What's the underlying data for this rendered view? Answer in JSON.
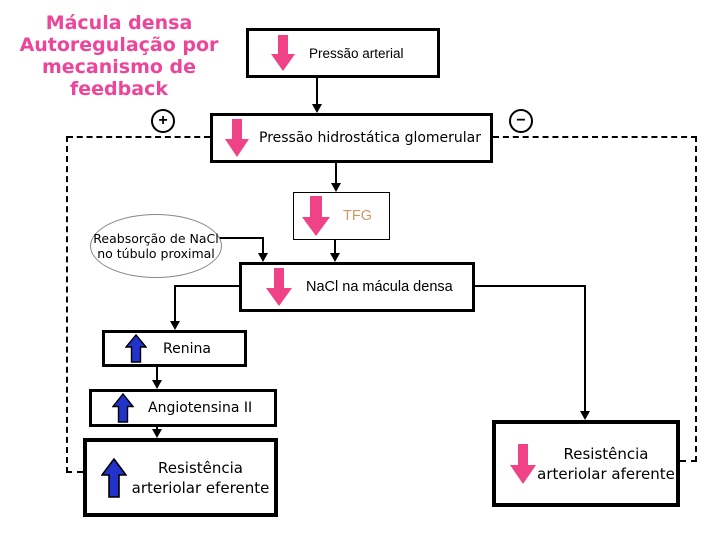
{
  "title": {
    "lines": [
      "Mácula densa",
      "Autoregulação por",
      "mecanismo de",
      "feedback"
    ]
  },
  "colors": {
    "title_pink": "#EE4499",
    "arrow_pink": "#EF4287",
    "arrow_blue": "#2233CC",
    "tfg_text": "#CC9966"
  },
  "signs": {
    "plus": "+",
    "minus": "−"
  },
  "nodes": {
    "pressao_arterial": {
      "label": "Pressão arterial",
      "trend": "decrease"
    },
    "pressao_hidrostatica": {
      "label": "Pressão hidrostática glomerular",
      "trend": "decrease"
    },
    "tfg": {
      "label": "TFG",
      "trend": "decrease"
    },
    "reabsorcao": {
      "line1": "Reabsorção de NaCl",
      "line2": "no túbulo proximal"
    },
    "nacl": {
      "label": "NaCl na mácula densa",
      "trend": "decrease"
    },
    "renina": {
      "label": "Renina",
      "trend": "increase"
    },
    "angiotensina": {
      "label": "Angiotensina II",
      "trend": "increase"
    },
    "resistencia_eferente": {
      "line1": "Resistência",
      "line2": "arteriolar eferente",
      "trend": "increase"
    },
    "resistencia_aferente": {
      "line1": "Resistência",
      "line2": "arteriolar aferente",
      "trend": "decrease"
    }
  }
}
